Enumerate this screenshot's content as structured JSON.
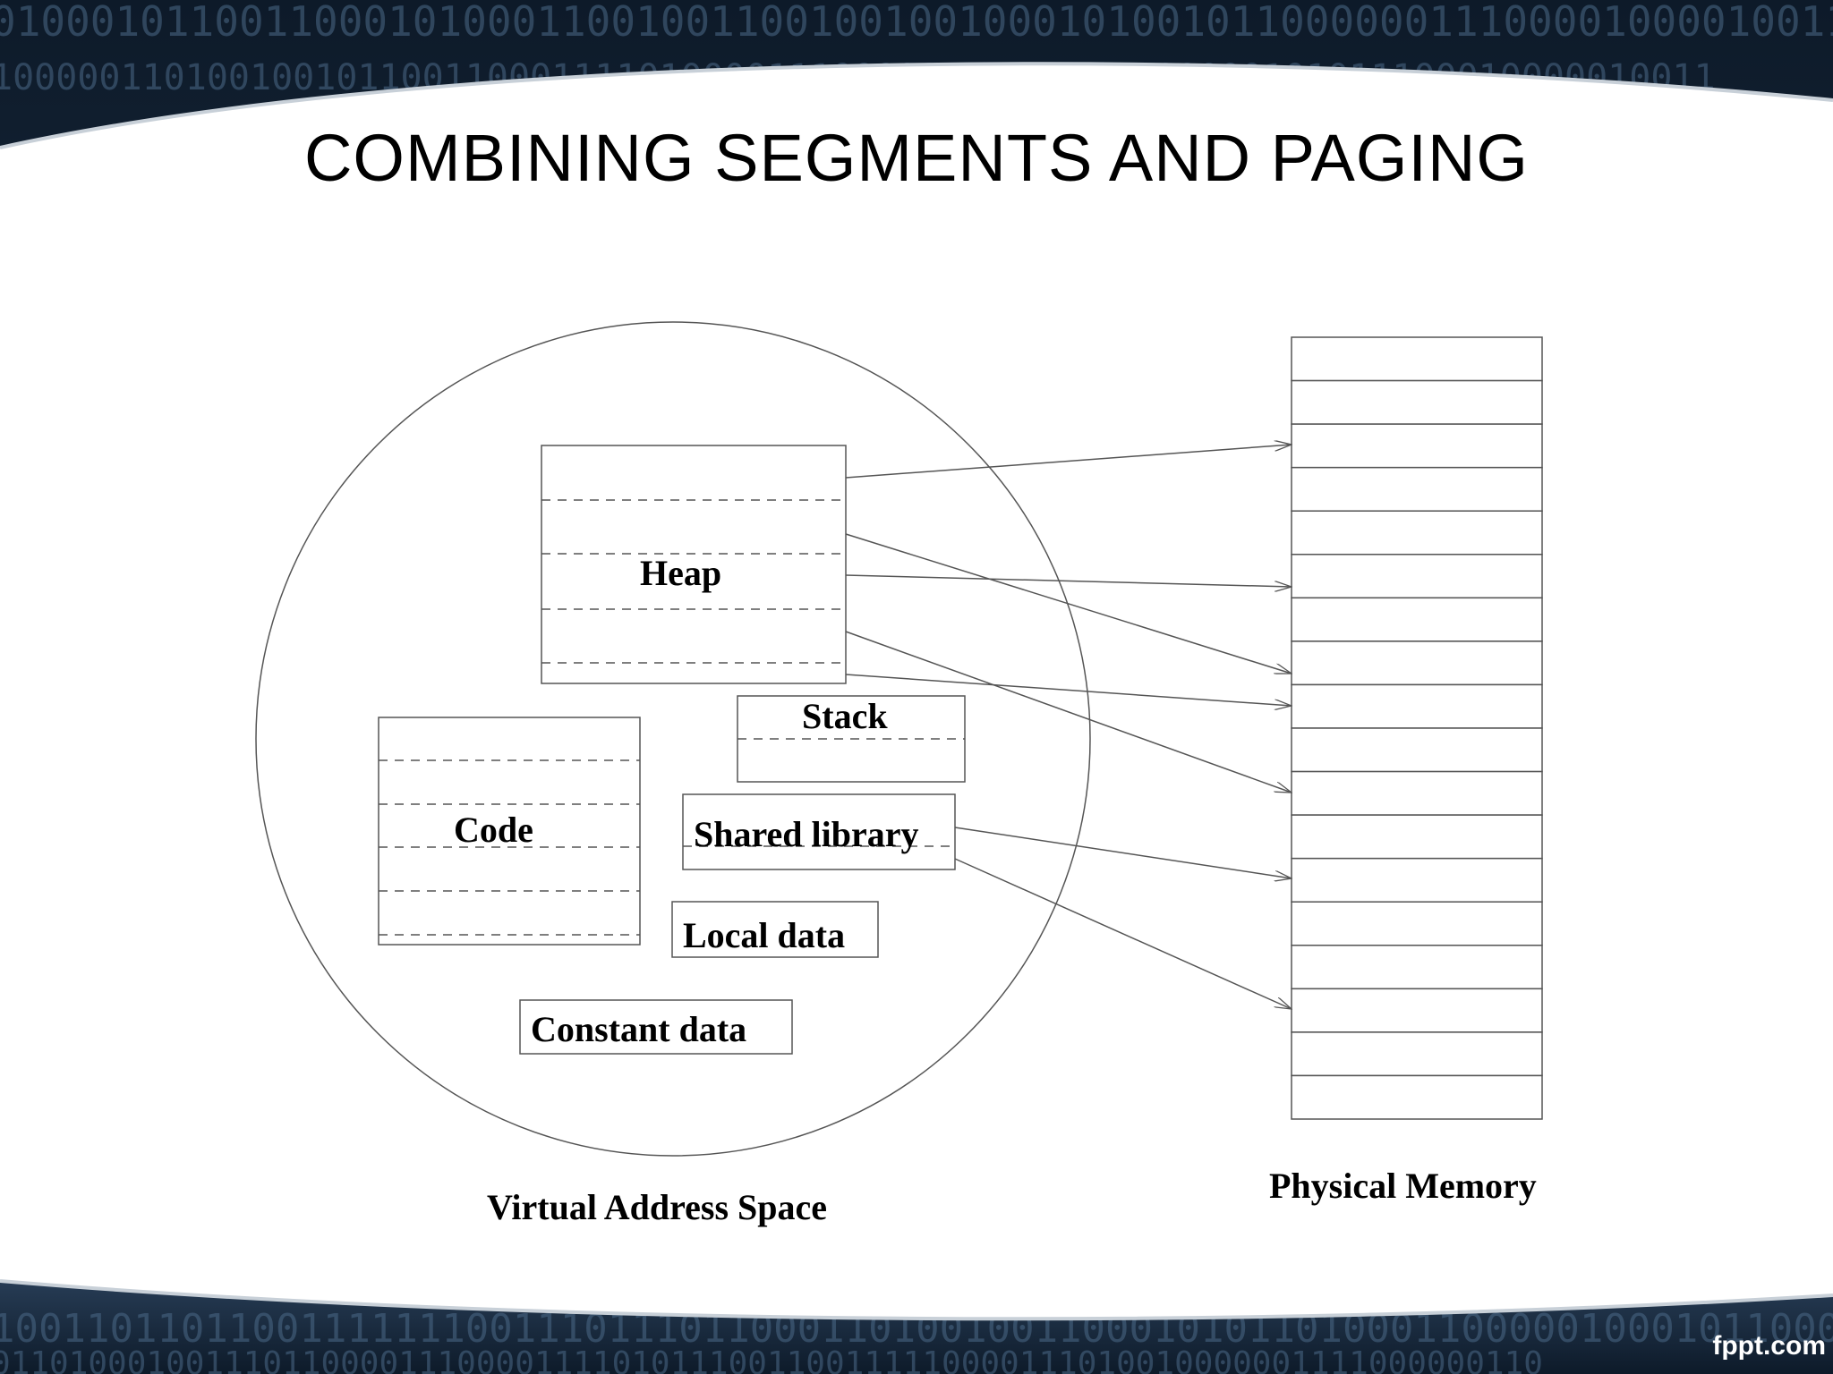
{
  "slide": {
    "title": "COMBINING SEGMENTS AND PAGING",
    "footer_brand": "fppt.com"
  },
  "diagram": {
    "virtual_space_label": "Virtual Address Space",
    "physical_memory_label": "Physical Memory",
    "physical_memory_frames": 18,
    "segments": {
      "heap": "Heap",
      "stack": "Stack",
      "code": "Code",
      "shared_library": "Shared library",
      "local_data": "Local data",
      "constant_data": "Constant data"
    },
    "colors": {
      "frame_dark": "#1b2a3b",
      "binary_digits": "#4c6a88",
      "panel": "#ffffff",
      "lines": "#555555"
    }
  }
}
